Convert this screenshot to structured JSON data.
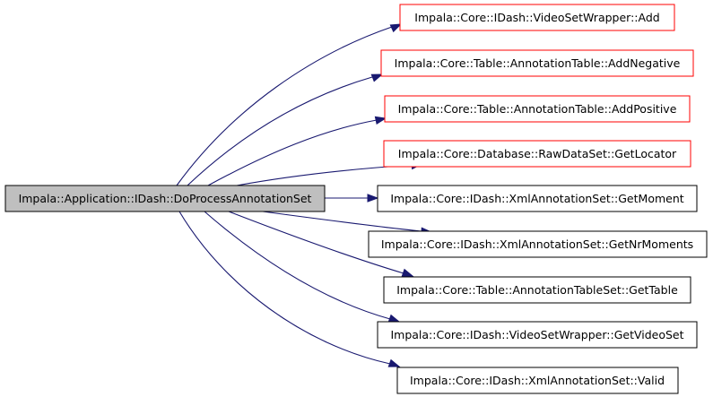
{
  "source": {
    "label": "Impala::Application::IDash::DoProcessAnnotationSet",
    "fill": "#bfbfbf",
    "border": "#000000"
  },
  "targets": [
    {
      "label": "Impala::Core::IDash::VideoSetWrapper::Add",
      "border": "#ff0000"
    },
    {
      "label": "Impala::Core::Table::AnnotationTable::AddNegative",
      "border": "#ff0000"
    },
    {
      "label": "Impala::Core::Table::AnnotationTable::AddPositive",
      "border": "#ff0000"
    },
    {
      "label": "Impala::Core::Database::RawDataSet::GetLocator",
      "border": "#ff0000"
    },
    {
      "label": "Impala::Core::IDash::XmlAnnotationSet::GetMoment",
      "border": "#000000"
    },
    {
      "label": "Impala::Core::IDash::XmlAnnotationSet::GetNrMoments",
      "border": "#000000"
    },
    {
      "label": "Impala::Core::Table::AnnotationTableSet::GetTable",
      "border": "#000000"
    },
    {
      "label": "Impala::Core::IDash::VideoSetWrapper::GetVideoSet",
      "border": "#000000"
    },
    {
      "label": "Impala::Core::IDash::XmlAnnotationSet::Valid",
      "border": "#000000"
    }
  ],
  "colors": {
    "edge": "#191970",
    "node_fill": "#ffffff"
  }
}
